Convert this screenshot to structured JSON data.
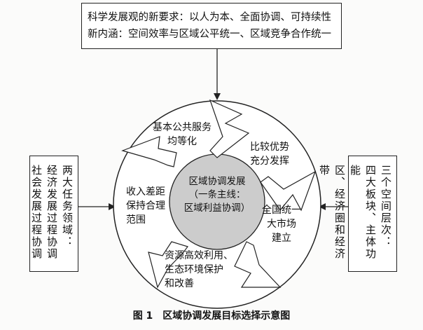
{
  "top_box": {
    "line1": "科学发展观的新要求：以人为本、全面协调、可持续性",
    "line2": "新内涵：空间效率与区域公平统一、区域竞争合作统一"
  },
  "left_box": {
    "col1": "两大任务领域：",
    "col2": "经济发展过程协调",
    "col3": "社会发展过程协调"
  },
  "right_box": {
    "col1": "三个空间层次：",
    "col2": "四大板块、主体功能",
    "col3": "区、经济圈和经济带"
  },
  "center": {
    "line1": "区域协调发展",
    "line2": "（一条主线：",
    "line3": "区域利益协调）"
  },
  "ring_items": [
    {
      "line1": "基本公共服务",
      "line2": "均等化"
    },
    {
      "line1": "比较优势",
      "line2": "充分发挥"
    },
    {
      "line1": "全国统一",
      "line2": "大市场",
      "line3": "建立"
    },
    {
      "line1": "资源高效利用、",
      "line2": "生态环境保护",
      "line3": "和改善"
    },
    {
      "line1": "收入差距",
      "line2": "保持合理",
      "line3": "范围"
    }
  ],
  "caption": "图 1　区域协调发展目标选择示意图"
}
